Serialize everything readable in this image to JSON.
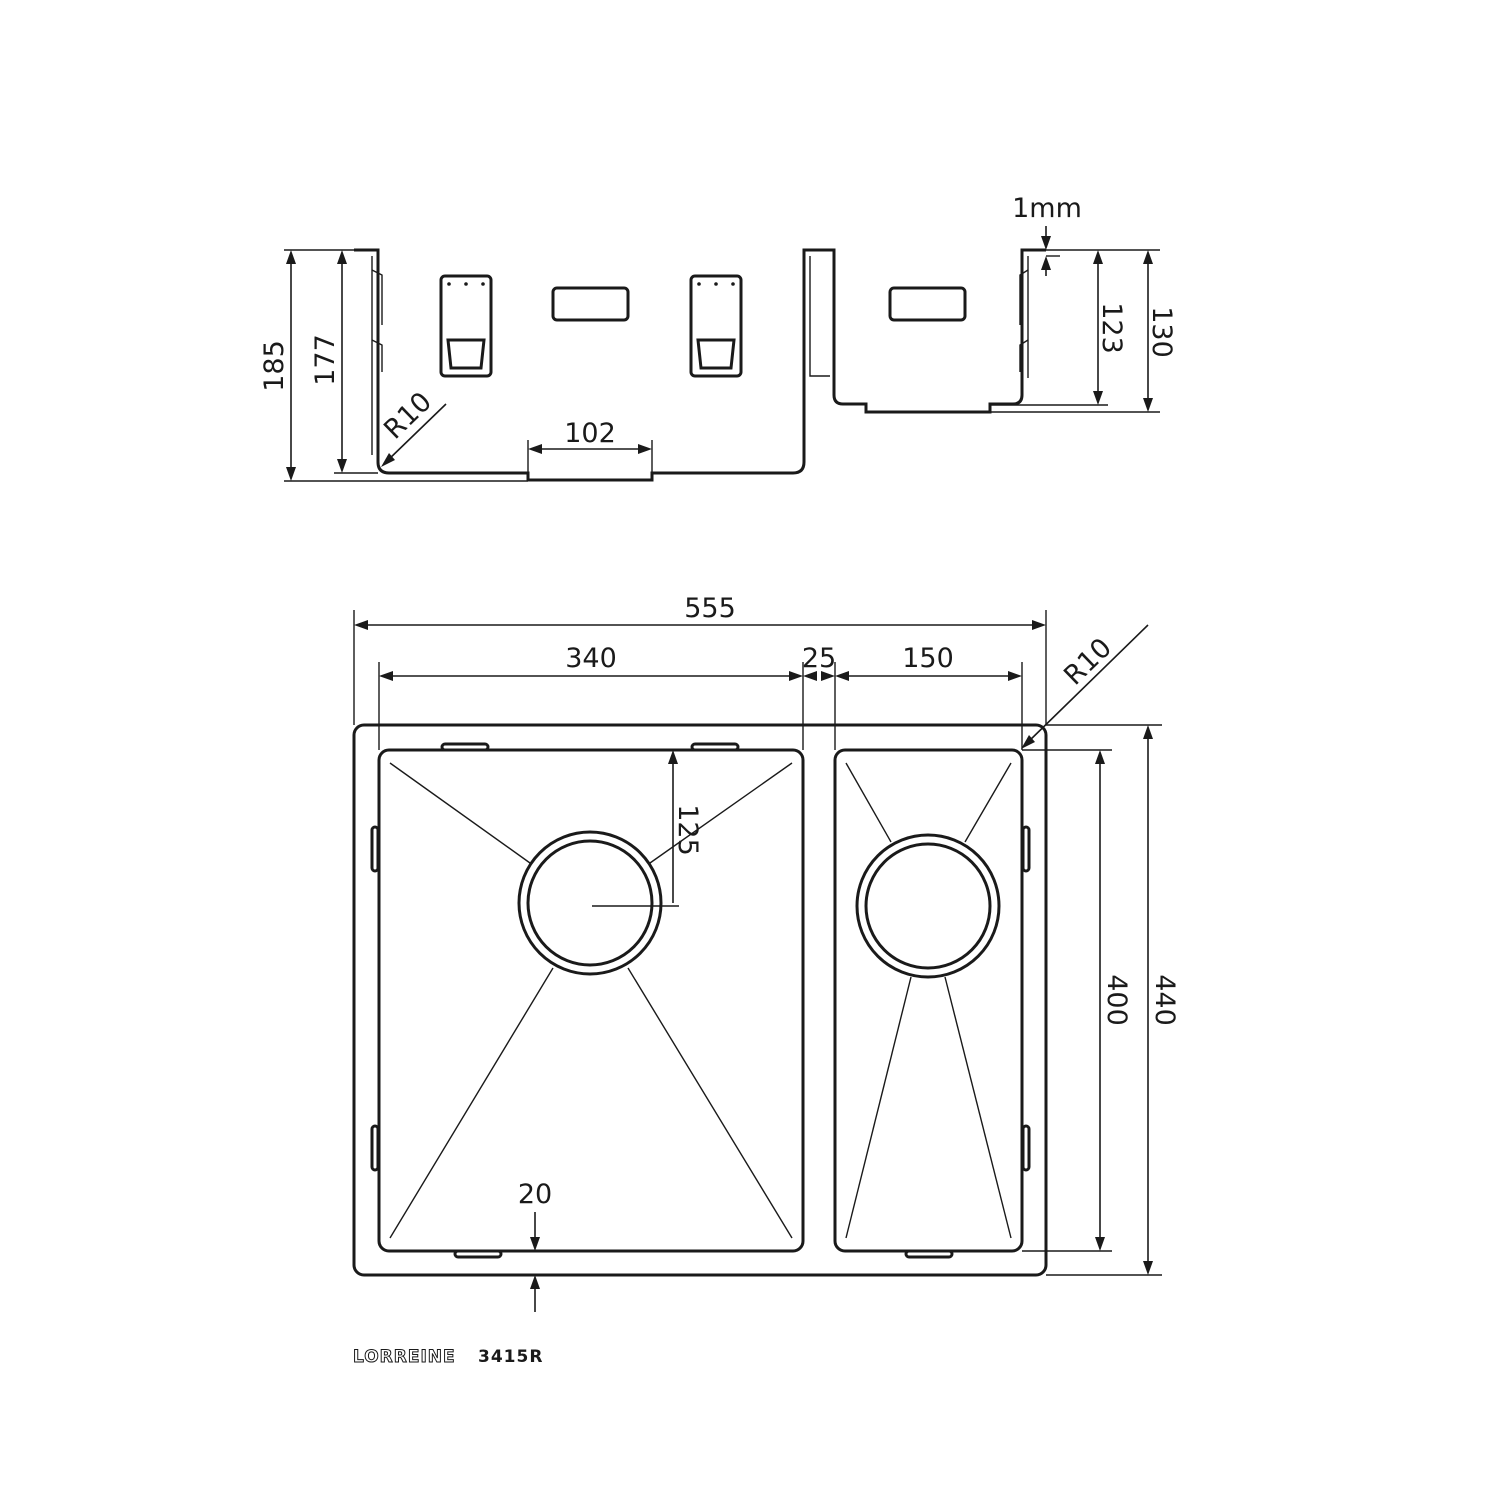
{
  "side_view": {
    "dims": {
      "thickness": "1mm",
      "main_depth": "185",
      "main_inner_depth": "177",
      "small_inner_depth": "123",
      "small_depth": "130",
      "radius": "R10",
      "drain_width": "102"
    }
  },
  "top_view": {
    "dims": {
      "overall_width": "555",
      "main_bowl_width": "340",
      "divider_width": "25",
      "small_bowl_width": "150",
      "radius": "R10",
      "drain_offset": "125",
      "inner_length": "400",
      "overall_length": "440",
      "rim_offset": "20"
    }
  },
  "brand": {
    "name": "LORREINE",
    "model": "3415R"
  }
}
